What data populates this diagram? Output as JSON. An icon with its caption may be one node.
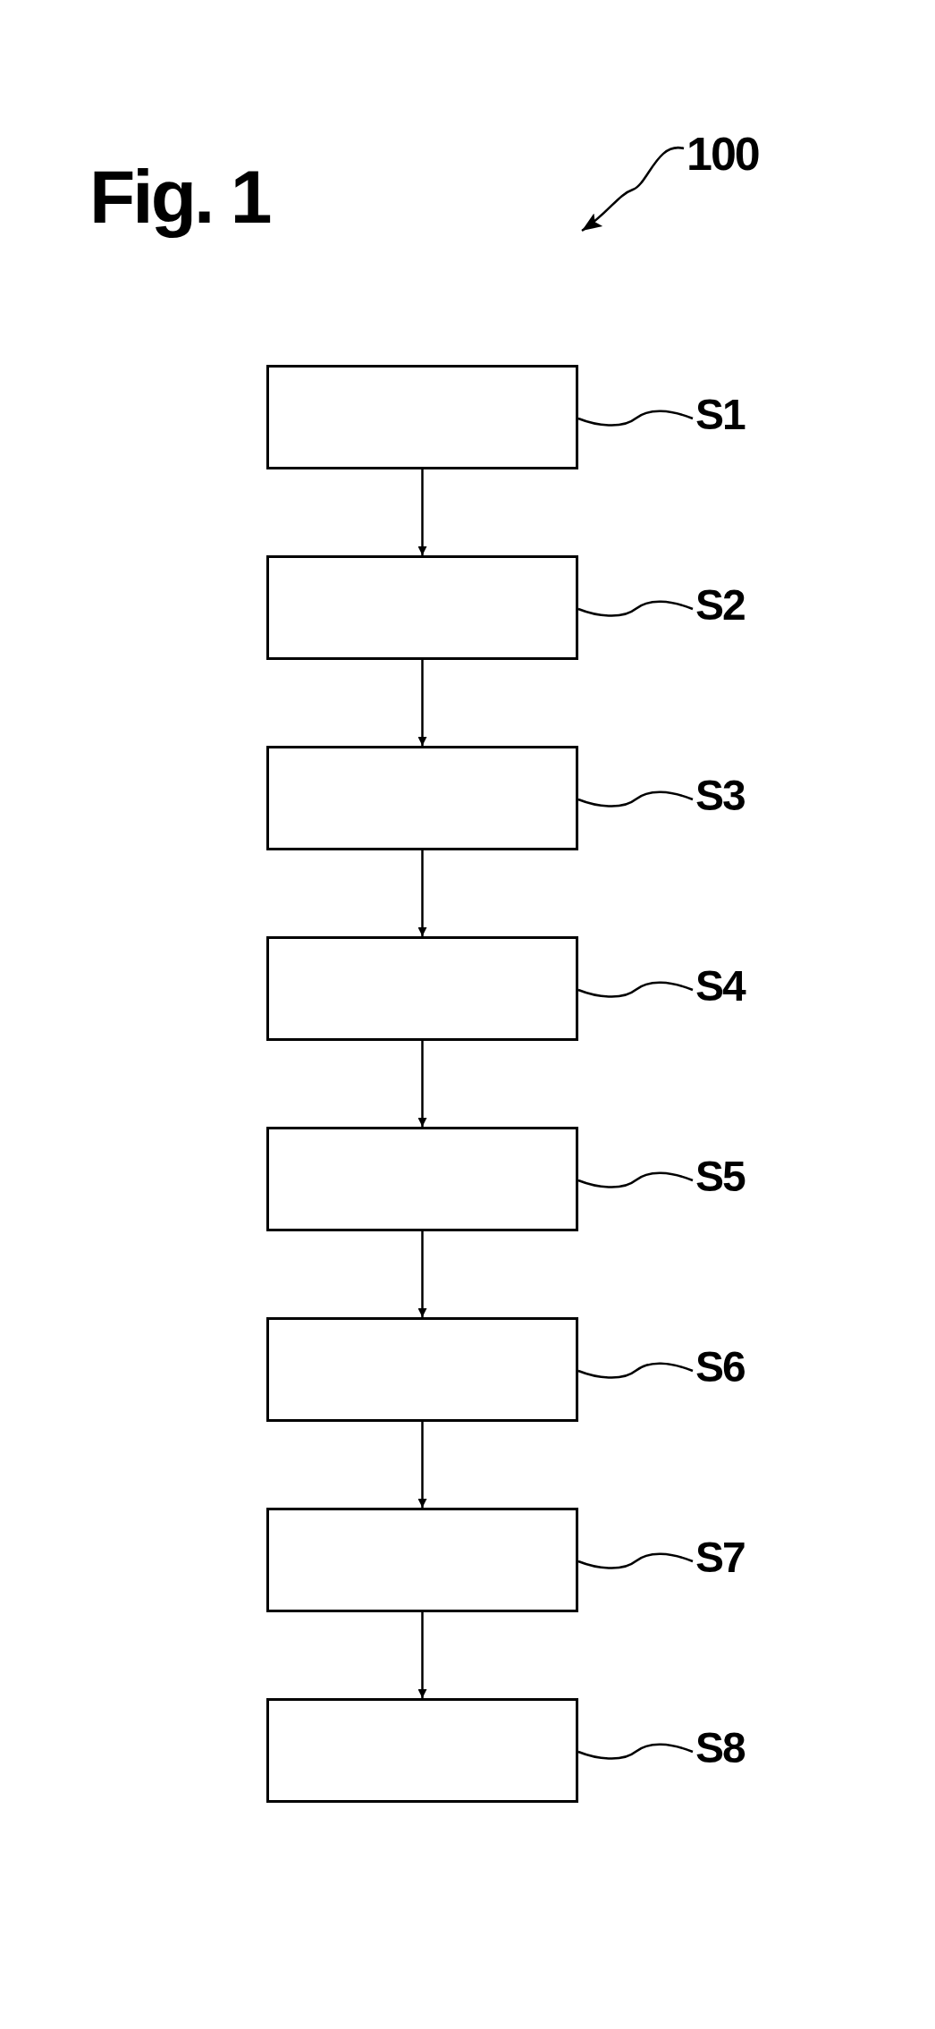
{
  "diagram": {
    "title": "Fig. 1",
    "nodes": [
      {
        "text": [],
        "shape": "box"
      },
      {
        "text": [],
        "shape": "box"
      },
      {
        "text": [],
        "shape": "box"
      },
      {
        "text": [],
        "shape": "box"
      },
      {
        "text": [],
        "shape": "box"
      },
      {
        "text": [],
        "shape": "box"
      },
      {
        "text": [],
        "shape": "box"
      },
      {
        "text": [],
        "shape": "box"
      },
      {
        "text": [
          "S1"
        ]
      },
      {
        "text": [
          "S2"
        ]
      },
      {
        "text": [
          "S3"
        ]
      },
      {
        "text": [
          "S4"
        ]
      },
      {
        "text": [
          "S5"
        ]
      },
      {
        "text": [
          "S6"
        ]
      },
      {
        "text": [
          "S7"
        ]
      },
      {
        "text": [
          "S8"
        ]
      },
      {
        "text": [
          "100"
        ]
      }
    ],
    "edges": [
      {
        "from": 0,
        "to": 1,
        "arrow": "to"
      },
      {
        "from": 1,
        "to": 2,
        "arrow": "to"
      },
      {
        "from": 2,
        "to": 3,
        "arrow": "to"
      },
      {
        "from": 3,
        "to": 4,
        "arrow": "to"
      },
      {
        "from": 4,
        "to": 5,
        "arrow": "to"
      },
      {
        "from": 5,
        "to": 6,
        "arrow": "to"
      },
      {
        "from": 6,
        "to": 7,
        "arrow": "to"
      },
      {
        "from": 8,
        "to": 0,
        "arrow": "none"
      },
      {
        "from": 9,
        "to": 1,
        "arrow": "none"
      },
      {
        "from": 10,
        "to": 2,
        "arrow": "none"
      },
      {
        "from": 11,
        "to": 3,
        "arrow": "none"
      },
      {
        "from": 12,
        "to": 4,
        "arrow": "none"
      },
      {
        "from": 13,
        "to": 5,
        "arrow": "none"
      },
      {
        "from": 14,
        "to": 6,
        "arrow": "none"
      },
      {
        "from": 15,
        "to": 7,
        "arrow": "none"
      },
      {
        "from": 16,
        "to": null,
        "arrow": "to"
      }
    ]
  }
}
